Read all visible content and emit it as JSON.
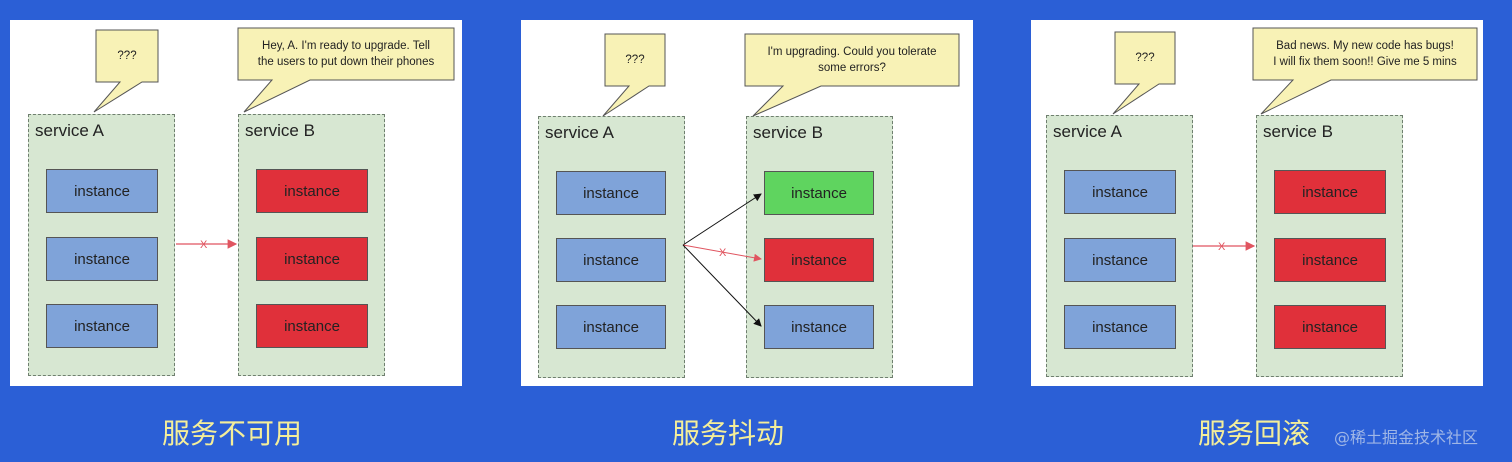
{
  "panels": [
    {
      "bubble_a": "???",
      "bubble_b_line1": "Hey, A. I'm ready to upgrade. Tell",
      "bubble_b_line2": "the users to put down their phones",
      "service_a": {
        "label": "service A",
        "instances": [
          "instance",
          "instance",
          "instance"
        ]
      },
      "service_b": {
        "label": "service B",
        "instances": [
          "instance",
          "instance",
          "instance"
        ]
      },
      "link_mark": "X",
      "caption": "服务不可用"
    },
    {
      "bubble_a": "???",
      "bubble_b_line1": "I'm upgrading. Could you tolerate",
      "bubble_b_line2": "some errors?",
      "service_a": {
        "label": "service A",
        "instances": [
          "instance",
          "instance",
          "instance"
        ]
      },
      "service_b": {
        "label": "service B",
        "instances": [
          "instance",
          "instance",
          "instance"
        ]
      },
      "link_mark": "X",
      "caption": "服务抖动"
    },
    {
      "bubble_a": "???",
      "bubble_b_line1": "Bad news. My new code has bugs!",
      "bubble_b_line2": "I will fix them soon!! Give me 5 mins",
      "service_a": {
        "label": "service A",
        "instances": [
          "instance",
          "instance",
          "instance"
        ]
      },
      "service_b": {
        "label": "service B",
        "instances": [
          "instance",
          "instance",
          "instance"
        ]
      },
      "link_mark": "X",
      "caption": "服务回滚"
    }
  ],
  "colors": {
    "background": "#2b5fd6",
    "service_fill": "#d7e7d2",
    "instance_old": "#7fa3d9",
    "instance_broken": "#e0303a",
    "instance_new": "#5fd45f",
    "failed_link": "#e05560",
    "ok_link": "#111111",
    "caption": "#f4ee9a"
  },
  "watermark": "@稀土掘金技术社区"
}
